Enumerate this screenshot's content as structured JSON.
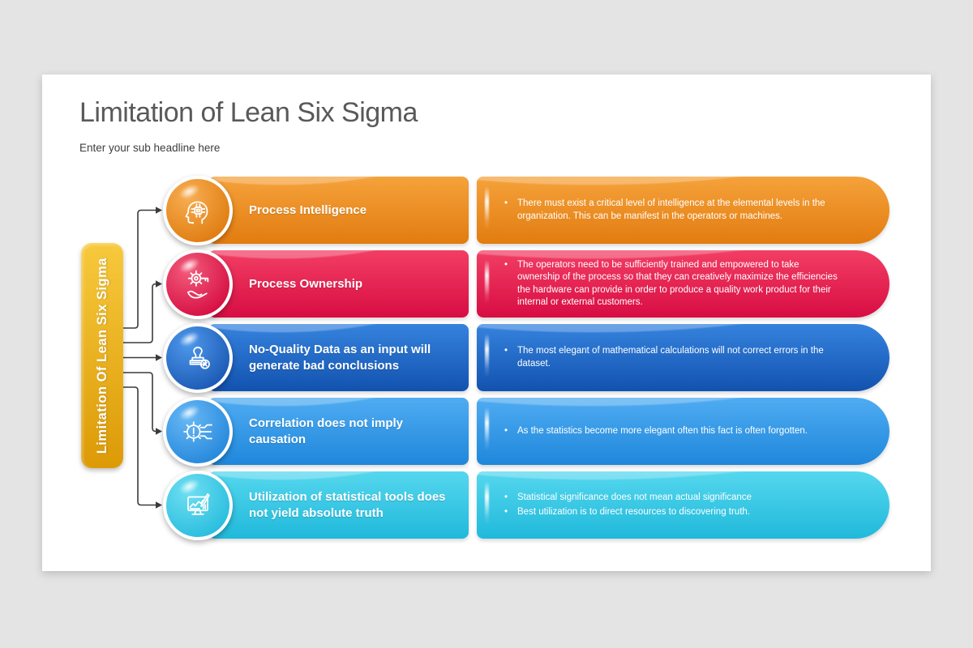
{
  "theme": {
    "page_bg": "#e4e4e4",
    "slide_bg": "#ffffff",
    "title_color": "#595959",
    "subtitle_color": "#3d3d3d",
    "connector": "#3b3b3b"
  },
  "slide": {
    "title": "Limitation of Lean Six Sigma",
    "subtitle": "Enter your sub headline here"
  },
  "band": {
    "label": "Limitation Of Lean Six Sigma",
    "colors": {
      "bar1": "#F7C93C",
      "bar2": "#DC9A06"
    }
  },
  "rows": [
    {
      "title": "Process Intelligence",
      "icon": "ai-head-icon",
      "colors": {
        "bar1": "#F5A23B",
        "bar2": "#E27C10",
        "ball1": "#F8AE52",
        "ball2": "#DF7B0F"
      },
      "bullets": [
        "There must exist a critical level of intelligence at the elemental levels in the organization. This can be manifest in the operators or machines."
      ]
    },
    {
      "title": "Process Ownership",
      "icon": "hand-gear-key-icon",
      "colors": {
        "bar1": "#F23E64",
        "bar2": "#D80D43",
        "ball1": "#F25C7B",
        "ball2": "#D50C41"
      },
      "bullets": [
        "The operators need to be sufficiently trained and empowered to take ownership of the process so that they can creatively maximize the efficiencies the hardware can provide in order to produce a quality work product for their internal or external customers."
      ]
    },
    {
      "title": "No-Quality Data as an input will generate bad conclusions",
      "icon": "stamp-reject-icon",
      "colors": {
        "bar1": "#3583DE",
        "bar2": "#1252AF",
        "ball1": "#4E98EB",
        "ball2": "#1A58B3"
      },
      "bullets": [
        "The most elegant of mathematical calculations will not correct errors in the dataset."
      ]
    },
    {
      "title": "Correlation does not imply causation",
      "icon": "gear-alert-circuit-icon",
      "colors": {
        "bar1": "#4FACF2",
        "bar2": "#1F87DB",
        "ball1": "#68B8F5",
        "ball2": "#2487DB"
      },
      "bullets": [
        "As the statistics become more elegant often this fact is often forgotten."
      ]
    },
    {
      "title": "Utilization of statistical tools does not yield absolute truth",
      "icon": "monitor-chart-icon",
      "colors": {
        "bar1": "#55D7EE",
        "bar2": "#20B9DB",
        "ball1": "#6FDFF2",
        "ball2": "#27BCDE"
      },
      "bullets": [
        "Statistical significance does not mean actual significance",
        "Best utilization is to direct resources to discovering truth."
      ]
    }
  ]
}
